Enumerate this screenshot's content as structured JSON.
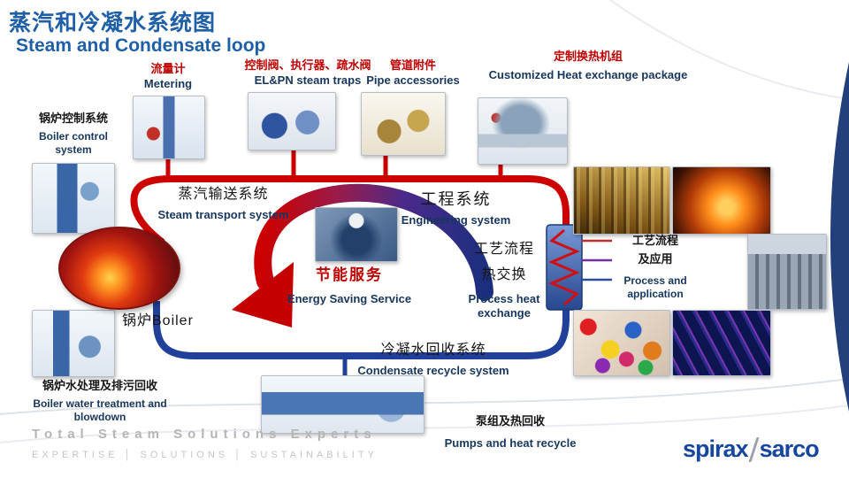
{
  "title": {
    "zh": "蒸汽和冷凝水系统图",
    "en": "Steam and Condensate loop"
  },
  "nodes": {
    "metering": {
      "zh": "流量计",
      "en": "Metering"
    },
    "steam_traps": {
      "zh": "控制阀、执行器、疏水阀",
      "en": "EL&PN steam traps"
    },
    "pipe_accessories": {
      "zh": "管道附件",
      "en": "Pipe accessories"
    },
    "heat_exchange_package": {
      "zh": "定制换热机组",
      "en": "Customized Heat exchange package"
    },
    "boiler_control": {
      "zh": "锅炉控制系统",
      "en": "Boiler control system"
    },
    "steam_transport": {
      "zh": "蒸汽输送系统",
      "en": "Steam transport system"
    },
    "engineering": {
      "zh": "工程系统",
      "en": "Engineering system"
    },
    "energy_saving": {
      "zh": "节能服务",
      "en": "Energy Saving Service"
    },
    "process_heat_exchange": {
      "zh_line1": "工艺流程",
      "zh_line2": "热交换",
      "en": "Process heat exchange"
    },
    "process_application": {
      "zh_line1": "工艺流程",
      "zh_line2": "及应用",
      "en": "Process and application"
    },
    "boiler": {
      "zh": "锅炉Boiler"
    },
    "boiler_water_treatment": {
      "zh": "锅炉水处理及排污回收",
      "en": "Boiler water treatment and blowdown"
    },
    "condensate_recycle": {
      "zh": "冷凝水回收系统",
      "en": "Condensate recycle system"
    },
    "pumps_heat_recycle": {
      "zh": "泵组及热回收",
      "en": "Pumps and heat recycle"
    }
  },
  "footer": {
    "watermark": "Total Steam Solutions Experts",
    "tagline": "EXPERTISE │ SOLUTIONS │ SUSTAINABILITY",
    "brand": {
      "left": "spirax",
      "right": "sarco"
    }
  },
  "colors": {
    "steam_line": "#cc0000",
    "condensate_line": "#20409a",
    "title_blue": "#1f5fa8",
    "label_red": "#c00000",
    "label_navy": "#17365d",
    "arrow_red": "#c40000"
  }
}
